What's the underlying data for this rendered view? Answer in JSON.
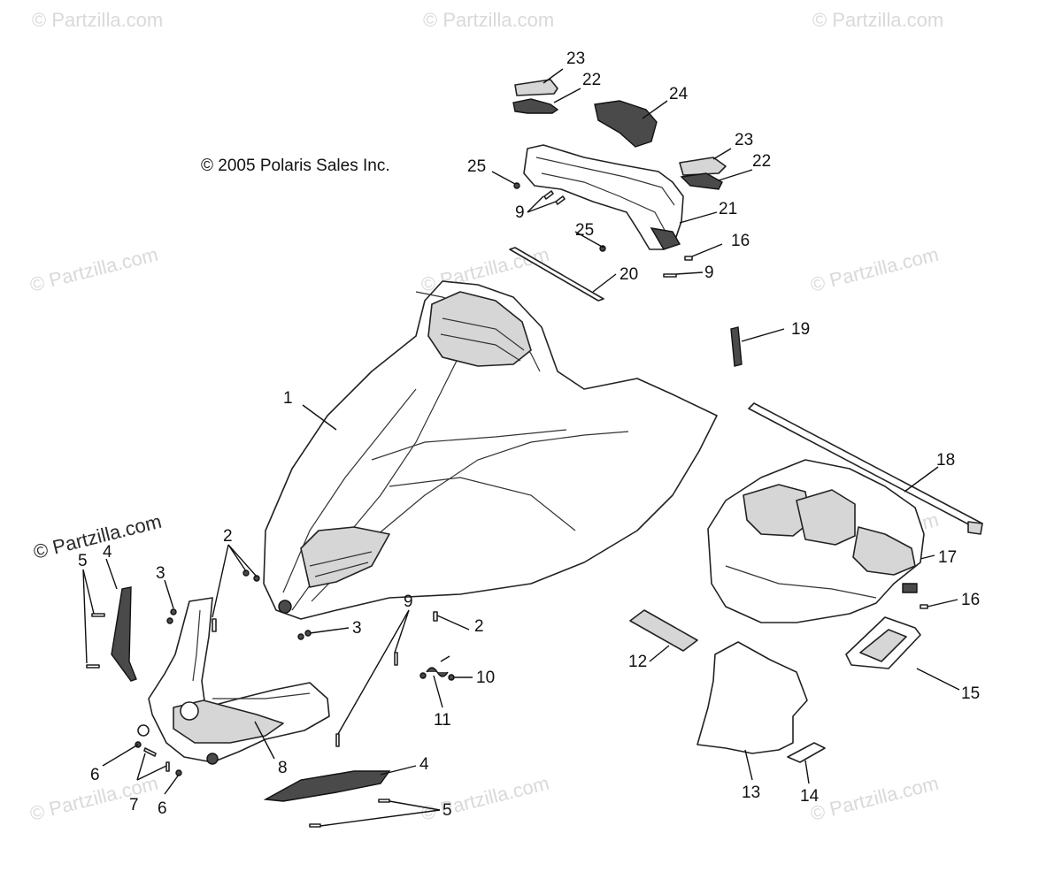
{
  "watermarks": {
    "text": "© Partzilla.com"
  },
  "copyright": "© 2005 Polaris Sales Inc.",
  "callouts": [
    {
      "id": "c1",
      "label": "1"
    },
    {
      "id": "c2a",
      "label": "2"
    },
    {
      "id": "c2b",
      "label": "2"
    },
    {
      "id": "c3a",
      "label": "3"
    },
    {
      "id": "c3b",
      "label": "3"
    },
    {
      "id": "c4a",
      "label": "4"
    },
    {
      "id": "c4b",
      "label": "4"
    },
    {
      "id": "c5a",
      "label": "5"
    },
    {
      "id": "c5b",
      "label": "5"
    },
    {
      "id": "c6a",
      "label": "6"
    },
    {
      "id": "c6b",
      "label": "6"
    },
    {
      "id": "c7",
      "label": "7"
    },
    {
      "id": "c8",
      "label": "8"
    },
    {
      "id": "c9a",
      "label": "9"
    },
    {
      "id": "c9b",
      "label": "9"
    },
    {
      "id": "c9c",
      "label": "9"
    },
    {
      "id": "c10",
      "label": "10"
    },
    {
      "id": "c11",
      "label": "11"
    },
    {
      "id": "c12",
      "label": "12"
    },
    {
      "id": "c13",
      "label": "13"
    },
    {
      "id": "c14",
      "label": "14"
    },
    {
      "id": "c15",
      "label": "15"
    },
    {
      "id": "c16a",
      "label": "16"
    },
    {
      "id": "c16b",
      "label": "16"
    },
    {
      "id": "c17",
      "label": "17"
    },
    {
      "id": "c18",
      "label": "18"
    },
    {
      "id": "c19",
      "label": "19"
    },
    {
      "id": "c20",
      "label": "20"
    },
    {
      "id": "c21",
      "label": "21"
    },
    {
      "id": "c22a",
      "label": "22"
    },
    {
      "id": "c22b",
      "label": "22"
    },
    {
      "id": "c23a",
      "label": "23"
    },
    {
      "id": "c23b",
      "label": "23"
    },
    {
      "id": "c24",
      "label": "24"
    },
    {
      "id": "c25a",
      "label": "25"
    },
    {
      "id": "c25b",
      "label": "25"
    }
  ]
}
